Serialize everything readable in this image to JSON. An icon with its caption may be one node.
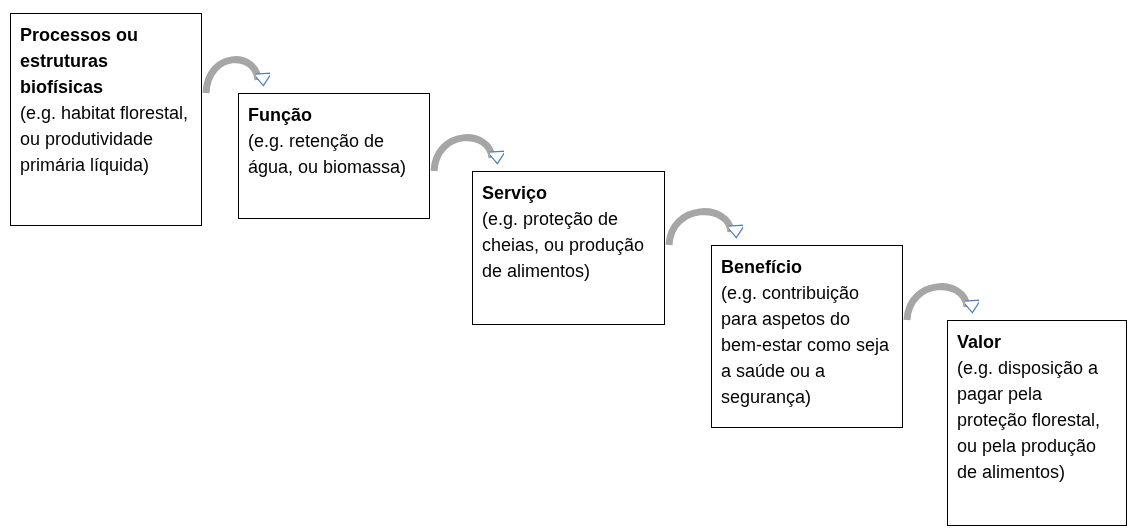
{
  "diagram": {
    "nodes": [
      {
        "text": [
          "Processos ou estruturas biofísicas",
          "(e.g. habitat florestal, ou produtividade primária líquida)"
        ]
      },
      {
        "text": [
          "Função",
          "(e.g. retenção de água, ou biomassa)"
        ]
      },
      {
        "text": [
          "Serviço",
          "(e.g. proteção de cheias, ou produção de alimentos)"
        ]
      },
      {
        "text": [
          "Benefício",
          "(e.g. contribuição para aspetos do bem-estar como seja a saúde ou a segurança)"
        ]
      },
      {
        "text": [
          "Valor",
          "(e.g. disposição a pagar pela proteção florestal, ou pela produção de alimentos)"
        ]
      }
    ],
    "edges": [
      {
        "from": 0,
        "to": 1,
        "arrow": "to"
      },
      {
        "from": 1,
        "to": 2,
        "arrow": "to"
      },
      {
        "from": 2,
        "to": 3,
        "arrow": "to"
      },
      {
        "from": 3,
        "to": 4,
        "arrow": "to"
      }
    ]
  }
}
